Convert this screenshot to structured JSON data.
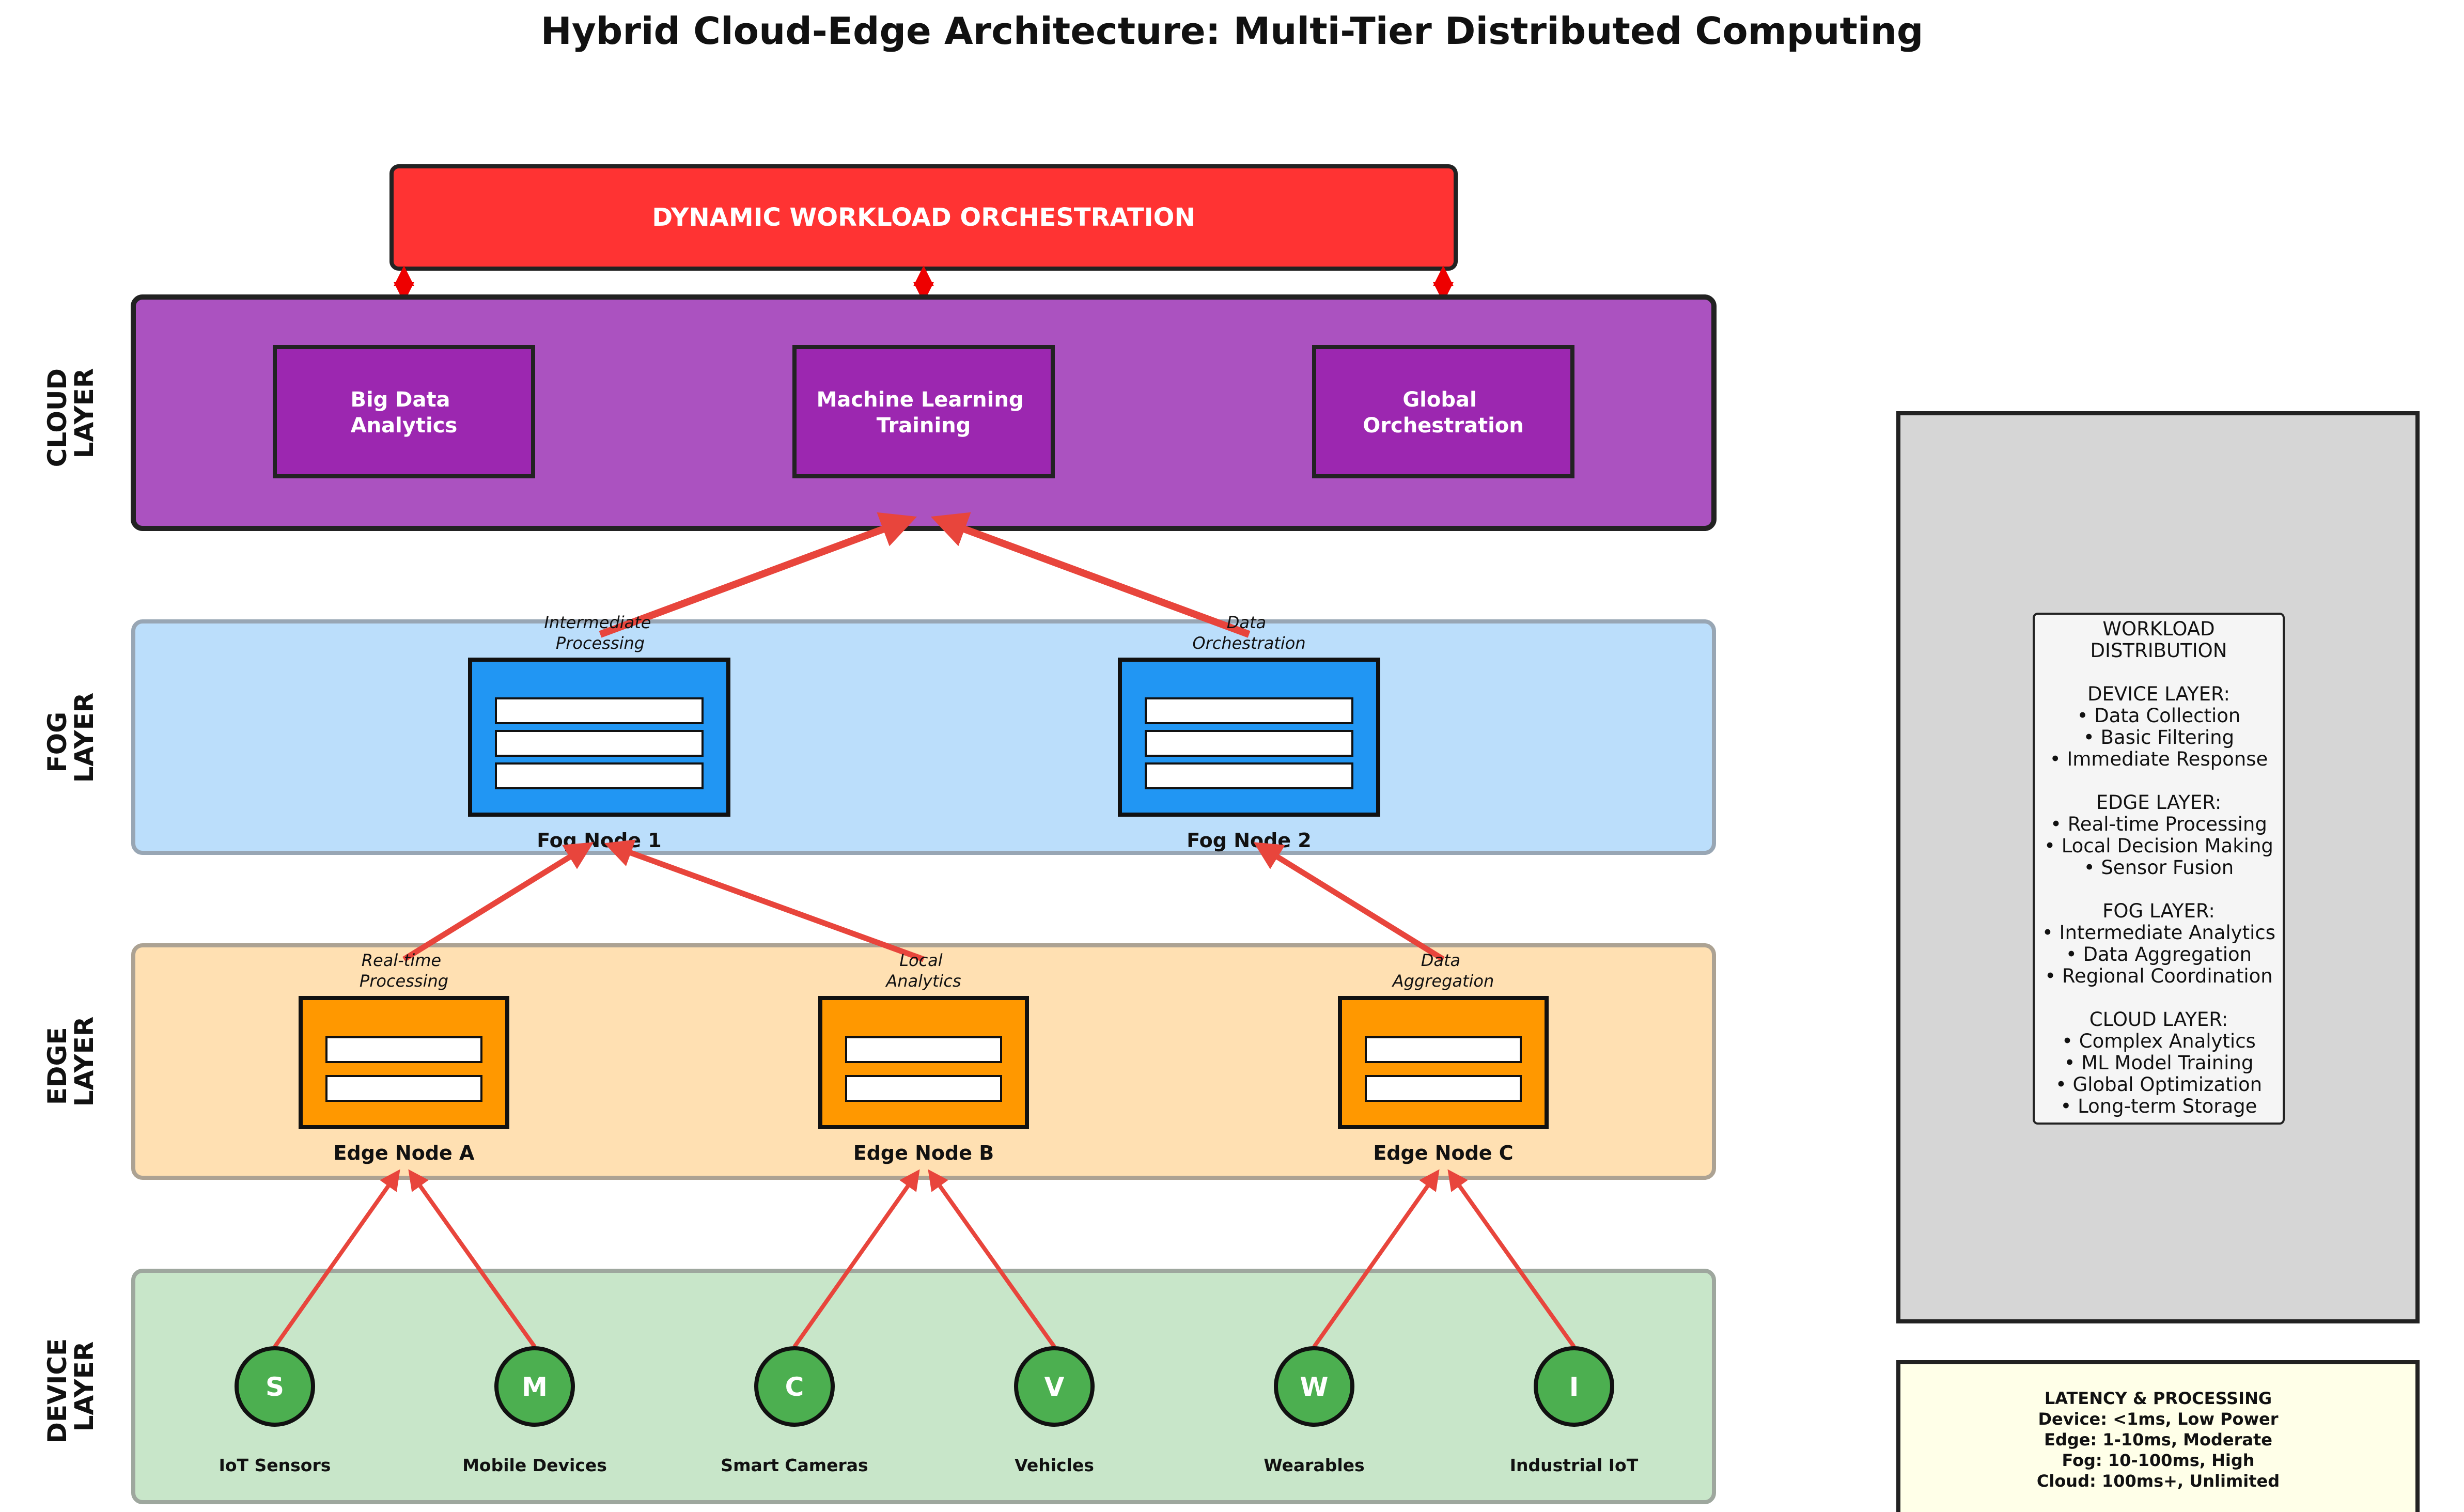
{
  "title": "Hybrid Cloud-Edge Architecture: Multi-Tier Distributed Computing",
  "orchestration": "DYNAMIC WORKLOAD ORCHESTRATION",
  "layers": {
    "cloud": [
      "CLOUD",
      "LAYER"
    ],
    "fog": [
      "FOG",
      "LAYER"
    ],
    "edge": [
      "EDGE",
      "LAYER"
    ],
    "device": [
      "DEVICE",
      "LAYER"
    ]
  },
  "cloud_services": [
    [
      "Big Data",
      "Analytics"
    ],
    [
      "Machine Learning",
      "Training"
    ],
    [
      "Global",
      "Orchestration"
    ]
  ],
  "fog_nodes": [
    {
      "label": "Fog Node 1",
      "note": [
        "Intermediate",
        "Processing"
      ]
    },
    {
      "label": "Fog Node 2",
      "note": [
        "Data",
        "Orchestration"
      ]
    }
  ],
  "edge_nodes": [
    {
      "label": "Edge Node A",
      "note": [
        "Real-time",
        "Processing"
      ]
    },
    {
      "label": "Edge Node B",
      "note": [
        "Local",
        "Analytics"
      ]
    },
    {
      "label": "Edge Node C",
      "note": [
        "Data",
        "Aggregation"
      ]
    }
  ],
  "devices": [
    {
      "letter": "S",
      "label": "IoT Sensors"
    },
    {
      "letter": "M",
      "label": "Mobile Devices"
    },
    {
      "letter": "C",
      "label": "Smart Cameras"
    },
    {
      "letter": "V",
      "label": "Vehicles"
    },
    {
      "letter": "W",
      "label": "Wearables"
    },
    {
      "letter": "I",
      "label": "Industrial IoT"
    }
  ],
  "workload_distribution": [
    "WORKLOAD",
    "DISTRIBUTION",
    "",
    "DEVICE LAYER:",
    "• Data Collection",
    "• Basic Filtering",
    "• Immediate Response",
    "",
    "EDGE LAYER:",
    "• Real-time Processing",
    "• Local Decision Making",
    "• Sensor Fusion",
    "",
    "FOG LAYER:",
    "• Intermediate Analytics",
    "• Data Aggregation",
    "• Regional Coordination",
    "",
    "CLOUD LAYER:",
    "• Complex Analytics",
    "• ML Model Training",
    "• Global Optimization",
    "• Long-term Storage"
  ],
  "latency": [
    "LATENCY & PROCESSING",
    "Device: <1ms, Low Power",
    "Edge: 1-10ms, Moderate",
    "Fog: 10-100ms, High",
    "Cloud: 100ms+, Unlimited"
  ],
  "colors": {
    "orchestration": "#ff3333",
    "cloud_layer": "#ab52c0",
    "cloud_box": "#9c27b0",
    "fog_layer": "#bbdefb",
    "fog_node": "#2196f3",
    "edge_layer": "#ffe0b2",
    "edge_node": "#ff9800",
    "device_layer": "#c8e6c9",
    "device_circle": "#4caf50",
    "arrow": "#e8453c",
    "side_panel": "#d6d6d6",
    "latency_box": "#ffffe8"
  }
}
